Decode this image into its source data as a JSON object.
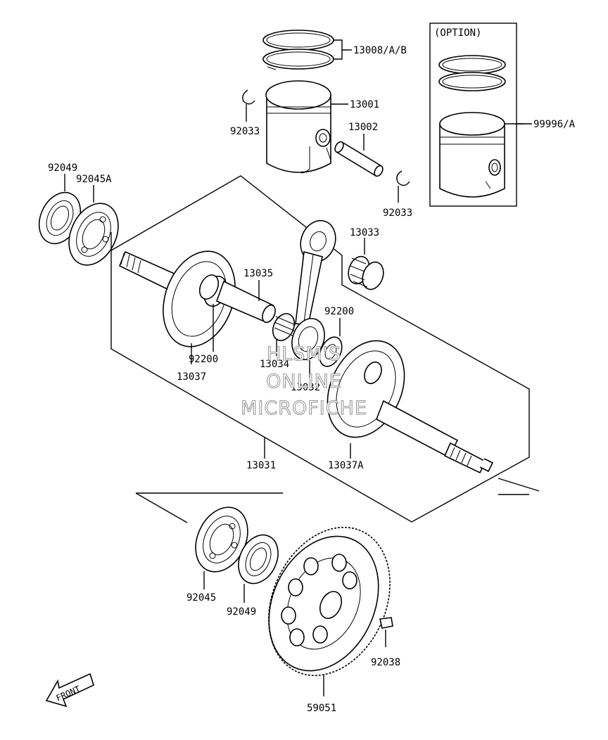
{
  "labels": {
    "p13008": "13008/A/B",
    "p13001": "13001",
    "p13002": "13002",
    "p92033a": "92033",
    "p92033b": "92033",
    "p99996": "99996/A",
    "option": "(OPTION)",
    "p92049a": "92049",
    "p92045A": "92045A",
    "p13033": "13033",
    "p13035": "13035",
    "p92200a": "92200",
    "p92200b": "92200",
    "p13034": "13034",
    "p13032": "13032",
    "p13037": "13037",
    "p13037A": "13037A",
    "p13031": "13031",
    "p92045": "92045",
    "p92049b": "92049",
    "p92038": "92038",
    "p59051": "59051",
    "front": "FRONT"
  },
  "watermark": {
    "line1": "HLSM'S",
    "line2": "ONLINE",
    "line3": "MICROFICHE"
  }
}
